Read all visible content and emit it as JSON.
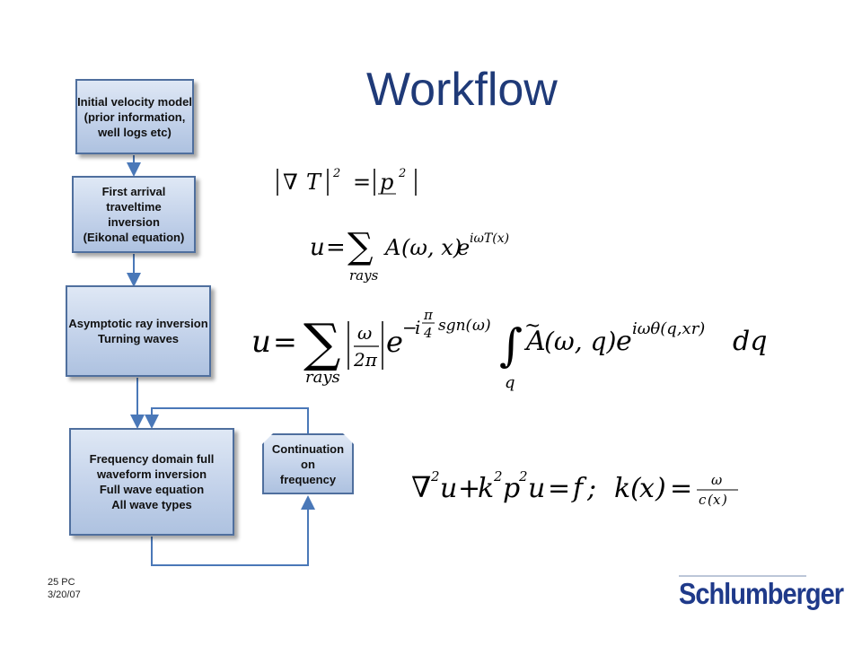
{
  "slide": {
    "title": "Workflow",
    "footer": {
      "page": "25 PC",
      "date": "3/20/07"
    },
    "logo_text": "Schlumberger"
  },
  "flowchart": {
    "boxes": [
      {
        "id": "initial-velocity-model",
        "lines": [
          "Initial velocity model",
          "(prior information,",
          "well logs etc)"
        ]
      },
      {
        "id": "first-arrival-traveltime-inversion",
        "lines": [
          "First arrival traveltime",
          "inversion",
          "(Eikonal equation)"
        ]
      },
      {
        "id": "asymptotic-ray-inversion",
        "lines": [
          "Asymptotic ray inversion",
          "Turning waves"
        ]
      },
      {
        "id": "frequency-domain-fwi",
        "lines": [
          "Frequency domain full",
          "waveform inversion",
          "Full wave equation",
          "All wave types"
        ]
      },
      {
        "id": "continuation-on-frequency",
        "lines": [
          "Continuation on",
          "frequency"
        ]
      }
    ]
  },
  "equations": {
    "eikonal": "|∇T|² = |p²|",
    "ray_sum": "u = Σ_rays A(ω,x) e^{iωT(x)}",
    "asymptotic": "u = Σ_rays |ω/2π| e^{-i(π/4)sgn(ω)} ∫_q Ã(ω,q) e^{iωθ(q,xr)} dq",
    "wave_equation": "∇²u + k²p²u = f;  k(x) = ω/c(x)"
  },
  "colors": {
    "title": "#1f3a78",
    "arrow": "#4a78b8",
    "box_border": "#4f6f9e",
    "logo": "#1f3a8a"
  }
}
